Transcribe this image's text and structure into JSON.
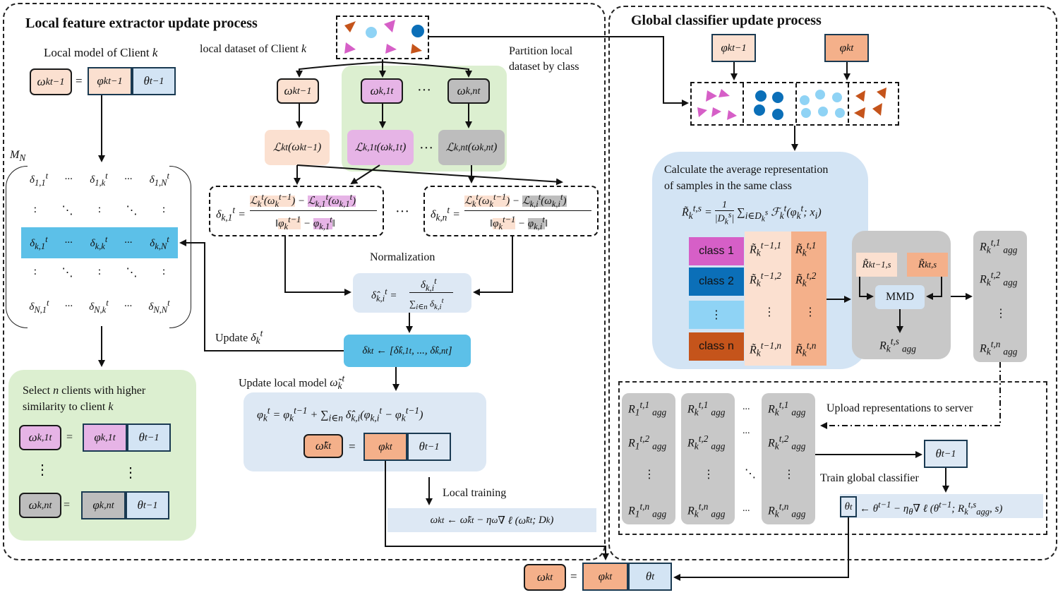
{
  "colors": {
    "peach": "#fbe0d0",
    "peach_dark": "#f4b08a",
    "light_blue": "#dde8f4",
    "blue_highlight": "#5cc0e8",
    "blue_box": "#d3e4f4",
    "green": "#dcefd0",
    "pink": "#e6b4e6",
    "grey": "#c8c8c8",
    "class1": "#d65fc7",
    "class2": "#0b6fb8",
    "class3": "#8fd3f5",
    "classn": "#c5541b"
  },
  "sections": {
    "left_title": "Local feature extractor update process",
    "right_title": "Global classifier update process"
  },
  "left": {
    "local_model_label": "Local model of Client k",
    "omega_prev": "ω_k^{t-1}",
    "eq": "=",
    "phi_prev": "φ_k^{t-1}",
    "theta_prev": "θ^{t-1}",
    "dataset_label": "local dataset of Client k",
    "partition_label_1": "Partition local",
    "partition_label_2": "dataset by class",
    "omega_k1": "ω_{k,1}^t",
    "omega_kn": "ω_{k,n}^t",
    "dots": "···",
    "loss_prev": "L_k^t(ω_k^{t-1})",
    "loss_1": "L_{k,1}^t(ω_{k,1}^t)",
    "loss_n": "L_{k,n}^t(ω_{k,n}^t)",
    "delta_k1_lhs": "δ_{k,1}^t =",
    "delta_kn_lhs": "δ_{k,n}^t =",
    "num_1a": "L_k^t(ω_k^{t-1})",
    "num_1b": "L_{k,1}^t(ω_{k,1}^t)",
    "den_1a": "φ_k^{t-1}",
    "den_1b": "φ_{k,1}^t",
    "num_na": "L_k^t(ω_k^{t-1})",
    "num_nb": "L_{k,i}^t(ω_{k,i}^t)",
    "den_na": "φ_k^{t-1}",
    "den_nb": "φ_{k,i}^t",
    "matrix_name": "M_N",
    "matrix_rows": [
      [
        "δ_{1,1}^t",
        "...",
        "δ_{1,k}^t",
        "...",
        "δ_{1,N}^t"
      ],
      [
        ":",
        "⋱",
        ":",
        "⋱",
        ":"
      ],
      [
        "δ_{k,1}^t",
        "...",
        "δ_{k,k}^t",
        "...",
        "δ_{k,N}^t"
      ],
      [
        ":",
        "⋱",
        ":",
        "⋱",
        ":"
      ],
      [
        "δ_{N,1}^t",
        "...",
        "δ_{N,k}^t",
        "...",
        "δ_{N,N}^t"
      ]
    ],
    "normalization_label": "Normalization",
    "norm_formula": "δ̂_{k,i}^t = δ_{k,i}^t / Σ_{i∈n} δ_{k,i}^t",
    "update_delta_label": "Update δ_k^t",
    "delta_vector": "δ_k^t ← [δ̂_{k,1}^t, ..., δ̂_{k,n}^t]",
    "update_model_label": "Update local model ω̃_k^t",
    "phi_update": "φ_k^t = φ_k^{t-1} + Σ_{i∈n} δ̂_{k,i}(φ_{k,i}^t − φ_k^{t-1})",
    "omega_tilde": "ω̃_k^t",
    "phi_t": "φ_k^t",
    "local_training_label": "Local training",
    "local_training_formula": "ω_k^t ← ω̃_k^t − η_ω∇ ℓ (ω̃_k^t; D_k)",
    "select_label_1": "Select n clients with higher",
    "select_label_2": "similarity to client k",
    "sel_omega_1": "ω_{k,1}^t",
    "sel_phi_1": "φ_{k,1}^t",
    "sel_theta_1": "θ^{t-1}",
    "sel_omega_n": "ω_{k,n}^t",
    "sel_phi_n": "φ_{k,n}^t",
    "sel_theta_n": "θ^{t-1}",
    "vdots": "⋮"
  },
  "right": {
    "phi_prev": "φ_k^{t-1}",
    "phi_t": "φ_k^t",
    "avg_label_1": "Calculate the average representation",
    "avg_label_2": "of samples in the same class",
    "avg_formula": "R̃_k^{t,s} = 1/|D_k^s| Σ_{i∈D_k^s} F_k^t(φ_k^t; x_i)",
    "classes": [
      "class 1",
      "class 2",
      "⋮",
      "class n"
    ],
    "rep_prev": [
      "R̃_k^{t-1,1}",
      "R̃_k^{t-1,2}",
      "⋮",
      "R̃_k^{t-1,n}"
    ],
    "rep_curr": [
      "R̃_k^{t,1}",
      "R̃_k^{t,2}",
      "⋮",
      "R̃_k^{t,n}"
    ],
    "mmd_in_prev": "R̃_k^{t-1,s}",
    "mmd_in_curr": "R̃_k^{t,s}",
    "mmd_label": "MMD",
    "mmd_out": "R_k^{t,s} agg",
    "agg_list": [
      "R_k^{t,1} agg",
      "R_k^{t,2} agg",
      "⋮",
      "R_k^{t,n} agg"
    ],
    "upload_label": "Upload representations to server",
    "server_cols": [
      [
        "R_1^{t,1} agg",
        "R_1^{t,2} agg",
        "⋮",
        "R_1^{t,n} agg"
      ],
      [
        "R_k^{t,1} agg",
        "R_k^{t,2} agg",
        "⋮",
        "R_k^{t,n} agg"
      ],
      [
        "R_k^{t,1} agg",
        "R_k^{t,2} agg",
        "⋮",
        "R_k^{t,n} agg"
      ]
    ],
    "server_dots": [
      "...",
      "...",
      "⋱",
      "..."
    ],
    "theta_prev": "θ^{t-1}",
    "train_label": "Train global classifier",
    "theta_t": "θ^t",
    "train_formula": "← θ^{t-1} − η_θ∇ ℓ (θ^{t-1}; R_k^{t,s} agg, s)"
  },
  "bottom": {
    "omega_t": "ω_k^t",
    "eq": "=",
    "phi_t": "φ_k^t",
    "theta_t": "θ^t"
  }
}
